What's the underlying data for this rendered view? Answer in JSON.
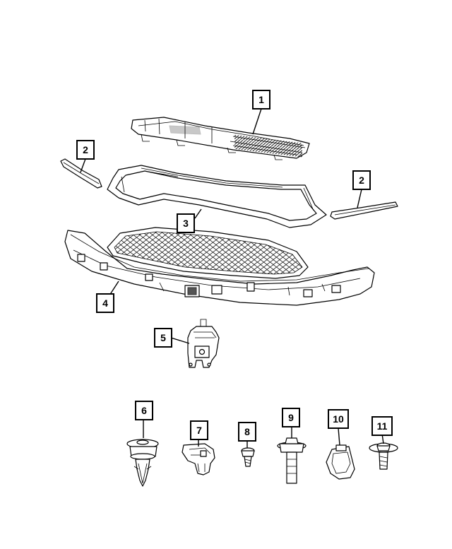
{
  "callouts": [
    {
      "id": "c1",
      "label": "1"
    },
    {
      "id": "c2a",
      "label": "2"
    },
    {
      "id": "c2b",
      "label": "2"
    },
    {
      "id": "c3",
      "label": "3"
    },
    {
      "id": "c4",
      "label": "4"
    },
    {
      "id": "c5",
      "label": "5"
    },
    {
      "id": "c6",
      "label": "6"
    },
    {
      "id": "c7",
      "label": "7"
    },
    {
      "id": "c8",
      "label": "8"
    },
    {
      "id": "c9",
      "label": "9"
    },
    {
      "id": "c10",
      "label": "10"
    },
    {
      "id": "c11",
      "label": "11"
    }
  ]
}
